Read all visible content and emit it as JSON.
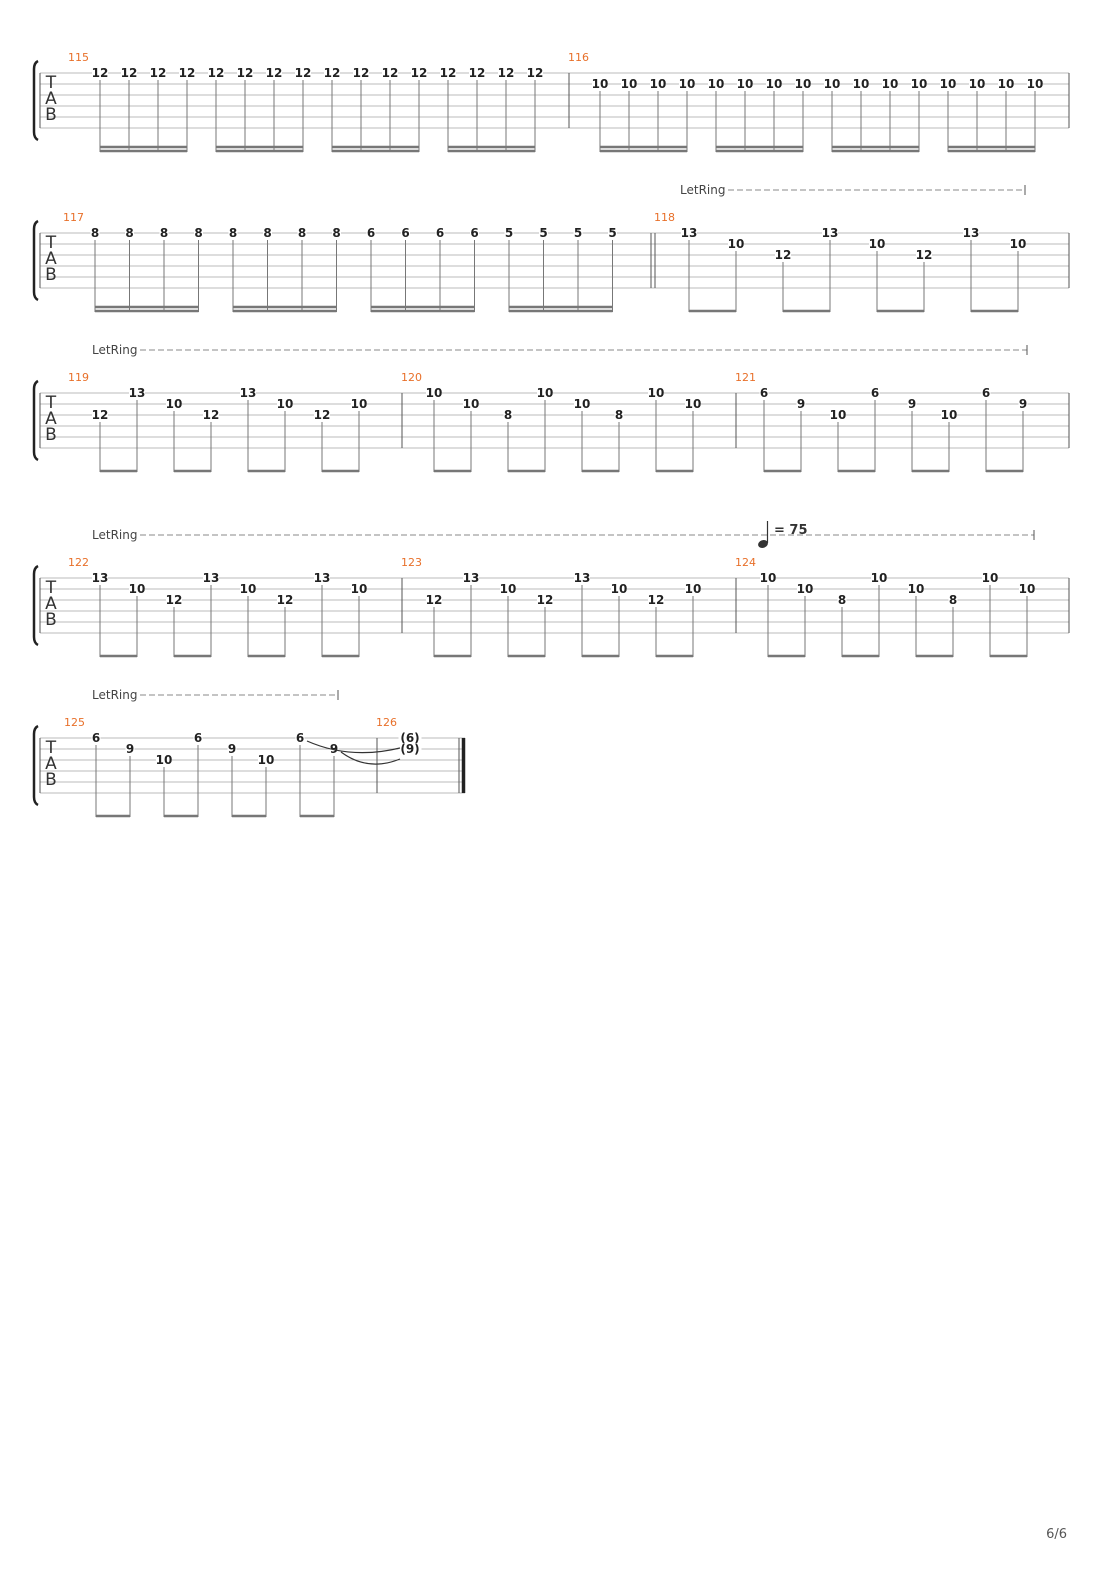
{
  "page": {
    "page_number": "6/6"
  },
  "clef_letters": [
    "T",
    "A",
    "B"
  ],
  "let_ring_label": "LetRing",
  "tempo": {
    "symbol": "quarter-note",
    "text": "= 75"
  },
  "systems": [
    {
      "let_ring": false,
      "tempo_mark": false,
      "measures": [
        {
          "number": "115",
          "beam": "sixteenth",
          "notes": [
            {
              "s": 1,
              "f": "12"
            },
            {
              "s": 1,
              "f": "12"
            },
            {
              "s": 1,
              "f": "12"
            },
            {
              "s": 1,
              "f": "12"
            },
            {
              "s": 1,
              "f": "12"
            },
            {
              "s": 1,
              "f": "12"
            },
            {
              "s": 1,
              "f": "12"
            },
            {
              "s": 1,
              "f": "12"
            },
            {
              "s": 1,
              "f": "12"
            },
            {
              "s": 1,
              "f": "12"
            },
            {
              "s": 1,
              "f": "12"
            },
            {
              "s": 1,
              "f": "12"
            },
            {
              "s": 1,
              "f": "12"
            },
            {
              "s": 1,
              "f": "12"
            },
            {
              "s": 1,
              "f": "12"
            },
            {
              "s": 1,
              "f": "12"
            }
          ]
        },
        {
          "number": "116",
          "beam": "sixteenth",
          "notes": [
            {
              "s": 2,
              "f": "10"
            },
            {
              "s": 2,
              "f": "10"
            },
            {
              "s": 2,
              "f": "10"
            },
            {
              "s": 2,
              "f": "10"
            },
            {
              "s": 2,
              "f": "10"
            },
            {
              "s": 2,
              "f": "10"
            },
            {
              "s": 2,
              "f": "10"
            },
            {
              "s": 2,
              "f": "10"
            },
            {
              "s": 2,
              "f": "10"
            },
            {
              "s": 2,
              "f": "10"
            },
            {
              "s": 2,
              "f": "10"
            },
            {
              "s": 2,
              "f": "10"
            },
            {
              "s": 2,
              "f": "10"
            },
            {
              "s": 2,
              "f": "10"
            },
            {
              "s": 2,
              "f": "10"
            },
            {
              "s": 2,
              "f": "10"
            }
          ]
        }
      ]
    },
    {
      "let_ring": true,
      "let_ring_start": "measure-118",
      "tempo_mark": false,
      "measures": [
        {
          "number": "117",
          "beam": "sixteenth",
          "double_bar_end": true,
          "notes": [
            {
              "s": 1,
              "f": "8"
            },
            {
              "s": 1,
              "f": "8"
            },
            {
              "s": 1,
              "f": "8"
            },
            {
              "s": 1,
              "f": "8"
            },
            {
              "s": 1,
              "f": "8"
            },
            {
              "s": 1,
              "f": "8"
            },
            {
              "s": 1,
              "f": "8"
            },
            {
              "s": 1,
              "f": "8"
            },
            {
              "s": 1,
              "f": "6"
            },
            {
              "s": 1,
              "f": "6"
            },
            {
              "s": 1,
              "f": "6"
            },
            {
              "s": 1,
              "f": "6"
            },
            {
              "s": 1,
              "f": "5"
            },
            {
              "s": 1,
              "f": "5"
            },
            {
              "s": 1,
              "f": "5"
            },
            {
              "s": 1,
              "f": "5"
            }
          ]
        },
        {
          "number": "118",
          "beam": "eighth",
          "notes": [
            {
              "s": 1,
              "f": "13"
            },
            {
              "s": 2,
              "f": "10"
            },
            {
              "s": 3,
              "f": "12"
            },
            {
              "s": 1,
              "f": "13"
            },
            {
              "s": 2,
              "f": "10"
            },
            {
              "s": 3,
              "f": "12"
            },
            {
              "s": 1,
              "f": "13"
            },
            {
              "s": 2,
              "f": "10"
            }
          ]
        }
      ]
    },
    {
      "let_ring": true,
      "tempo_mark": false,
      "measures": [
        {
          "number": "119",
          "beam": "eighth",
          "notes": [
            {
              "s": 3,
              "f": "12"
            },
            {
              "s": 1,
              "f": "13"
            },
            {
              "s": 2,
              "f": "10"
            },
            {
              "s": 3,
              "f": "12"
            },
            {
              "s": 1,
              "f": "13"
            },
            {
              "s": 2,
              "f": "10"
            },
            {
              "s": 3,
              "f": "12"
            },
            {
              "s": 2,
              "f": "10"
            }
          ]
        },
        {
          "number": "120",
          "beam": "eighth",
          "notes": [
            {
              "s": 1,
              "f": "10"
            },
            {
              "s": 2,
              "f": "10"
            },
            {
              "s": 3,
              "f": "8"
            },
            {
              "s": 1,
              "f": "10"
            },
            {
              "s": 2,
              "f": "10"
            },
            {
              "s": 3,
              "f": "8"
            },
            {
              "s": 1,
              "f": "10"
            },
            {
              "s": 2,
              "f": "10"
            }
          ]
        },
        {
          "number": "121",
          "beam": "eighth",
          "notes": [
            {
              "s": 1,
              "f": "6"
            },
            {
              "s": 2,
              "f": "9"
            },
            {
              "s": 3,
              "f": "10"
            },
            {
              "s": 1,
              "f": "6"
            },
            {
              "s": 2,
              "f": "9"
            },
            {
              "s": 3,
              "f": "10"
            },
            {
              "s": 1,
              "f": "6"
            },
            {
              "s": 2,
              "f": "9"
            }
          ]
        }
      ]
    },
    {
      "let_ring": true,
      "tempo_mark": true,
      "measures": [
        {
          "number": "122",
          "beam": "eighth",
          "notes": [
            {
              "s": 1,
              "f": "13"
            },
            {
              "s": 2,
              "f": "10"
            },
            {
              "s": 3,
              "f": "12"
            },
            {
              "s": 1,
              "f": "13"
            },
            {
              "s": 2,
              "f": "10"
            },
            {
              "s": 3,
              "f": "12"
            },
            {
              "s": 1,
              "f": "13"
            },
            {
              "s": 2,
              "f": "10"
            }
          ]
        },
        {
          "number": "123",
          "beam": "eighth",
          "notes": [
            {
              "s": 3,
              "f": "12"
            },
            {
              "s": 1,
              "f": "13"
            },
            {
              "s": 2,
              "f": "10"
            },
            {
              "s": 3,
              "f": "12"
            },
            {
              "s": 1,
              "f": "13"
            },
            {
              "s": 2,
              "f": "10"
            },
            {
              "s": 3,
              "f": "12"
            },
            {
              "s": 2,
              "f": "10"
            }
          ]
        },
        {
          "number": "124",
          "beam": "eighth",
          "notes": [
            {
              "s": 1,
              "f": "10"
            },
            {
              "s": 2,
              "f": "10"
            },
            {
              "s": 3,
              "f": "8"
            },
            {
              "s": 1,
              "f": "10"
            },
            {
              "s": 2,
              "f": "10"
            },
            {
              "s": 3,
              "f": "8"
            },
            {
              "s": 1,
              "f": "10"
            },
            {
              "s": 2,
              "f": "10"
            }
          ]
        }
      ]
    },
    {
      "let_ring": true,
      "tempo_mark": false,
      "final": true,
      "measures": [
        {
          "number": "125",
          "beam": "eighth",
          "notes": [
            {
              "s": 1,
              "f": "6"
            },
            {
              "s": 2,
              "f": "9"
            },
            {
              "s": 3,
              "f": "10"
            },
            {
              "s": 1,
              "f": "6"
            },
            {
              "s": 2,
              "f": "9"
            },
            {
              "s": 3,
              "f": "10"
            },
            {
              "s": 1,
              "f": "6"
            },
            {
              "s": 2,
              "f": "9"
            }
          ]
        },
        {
          "number": "126",
          "beam": "none",
          "notes": [
            {
              "s": 1,
              "f": "(6)",
              "tied": true
            },
            {
              "s": 2,
              "f": "(9)",
              "tied": true
            }
          ]
        }
      ]
    }
  ]
}
